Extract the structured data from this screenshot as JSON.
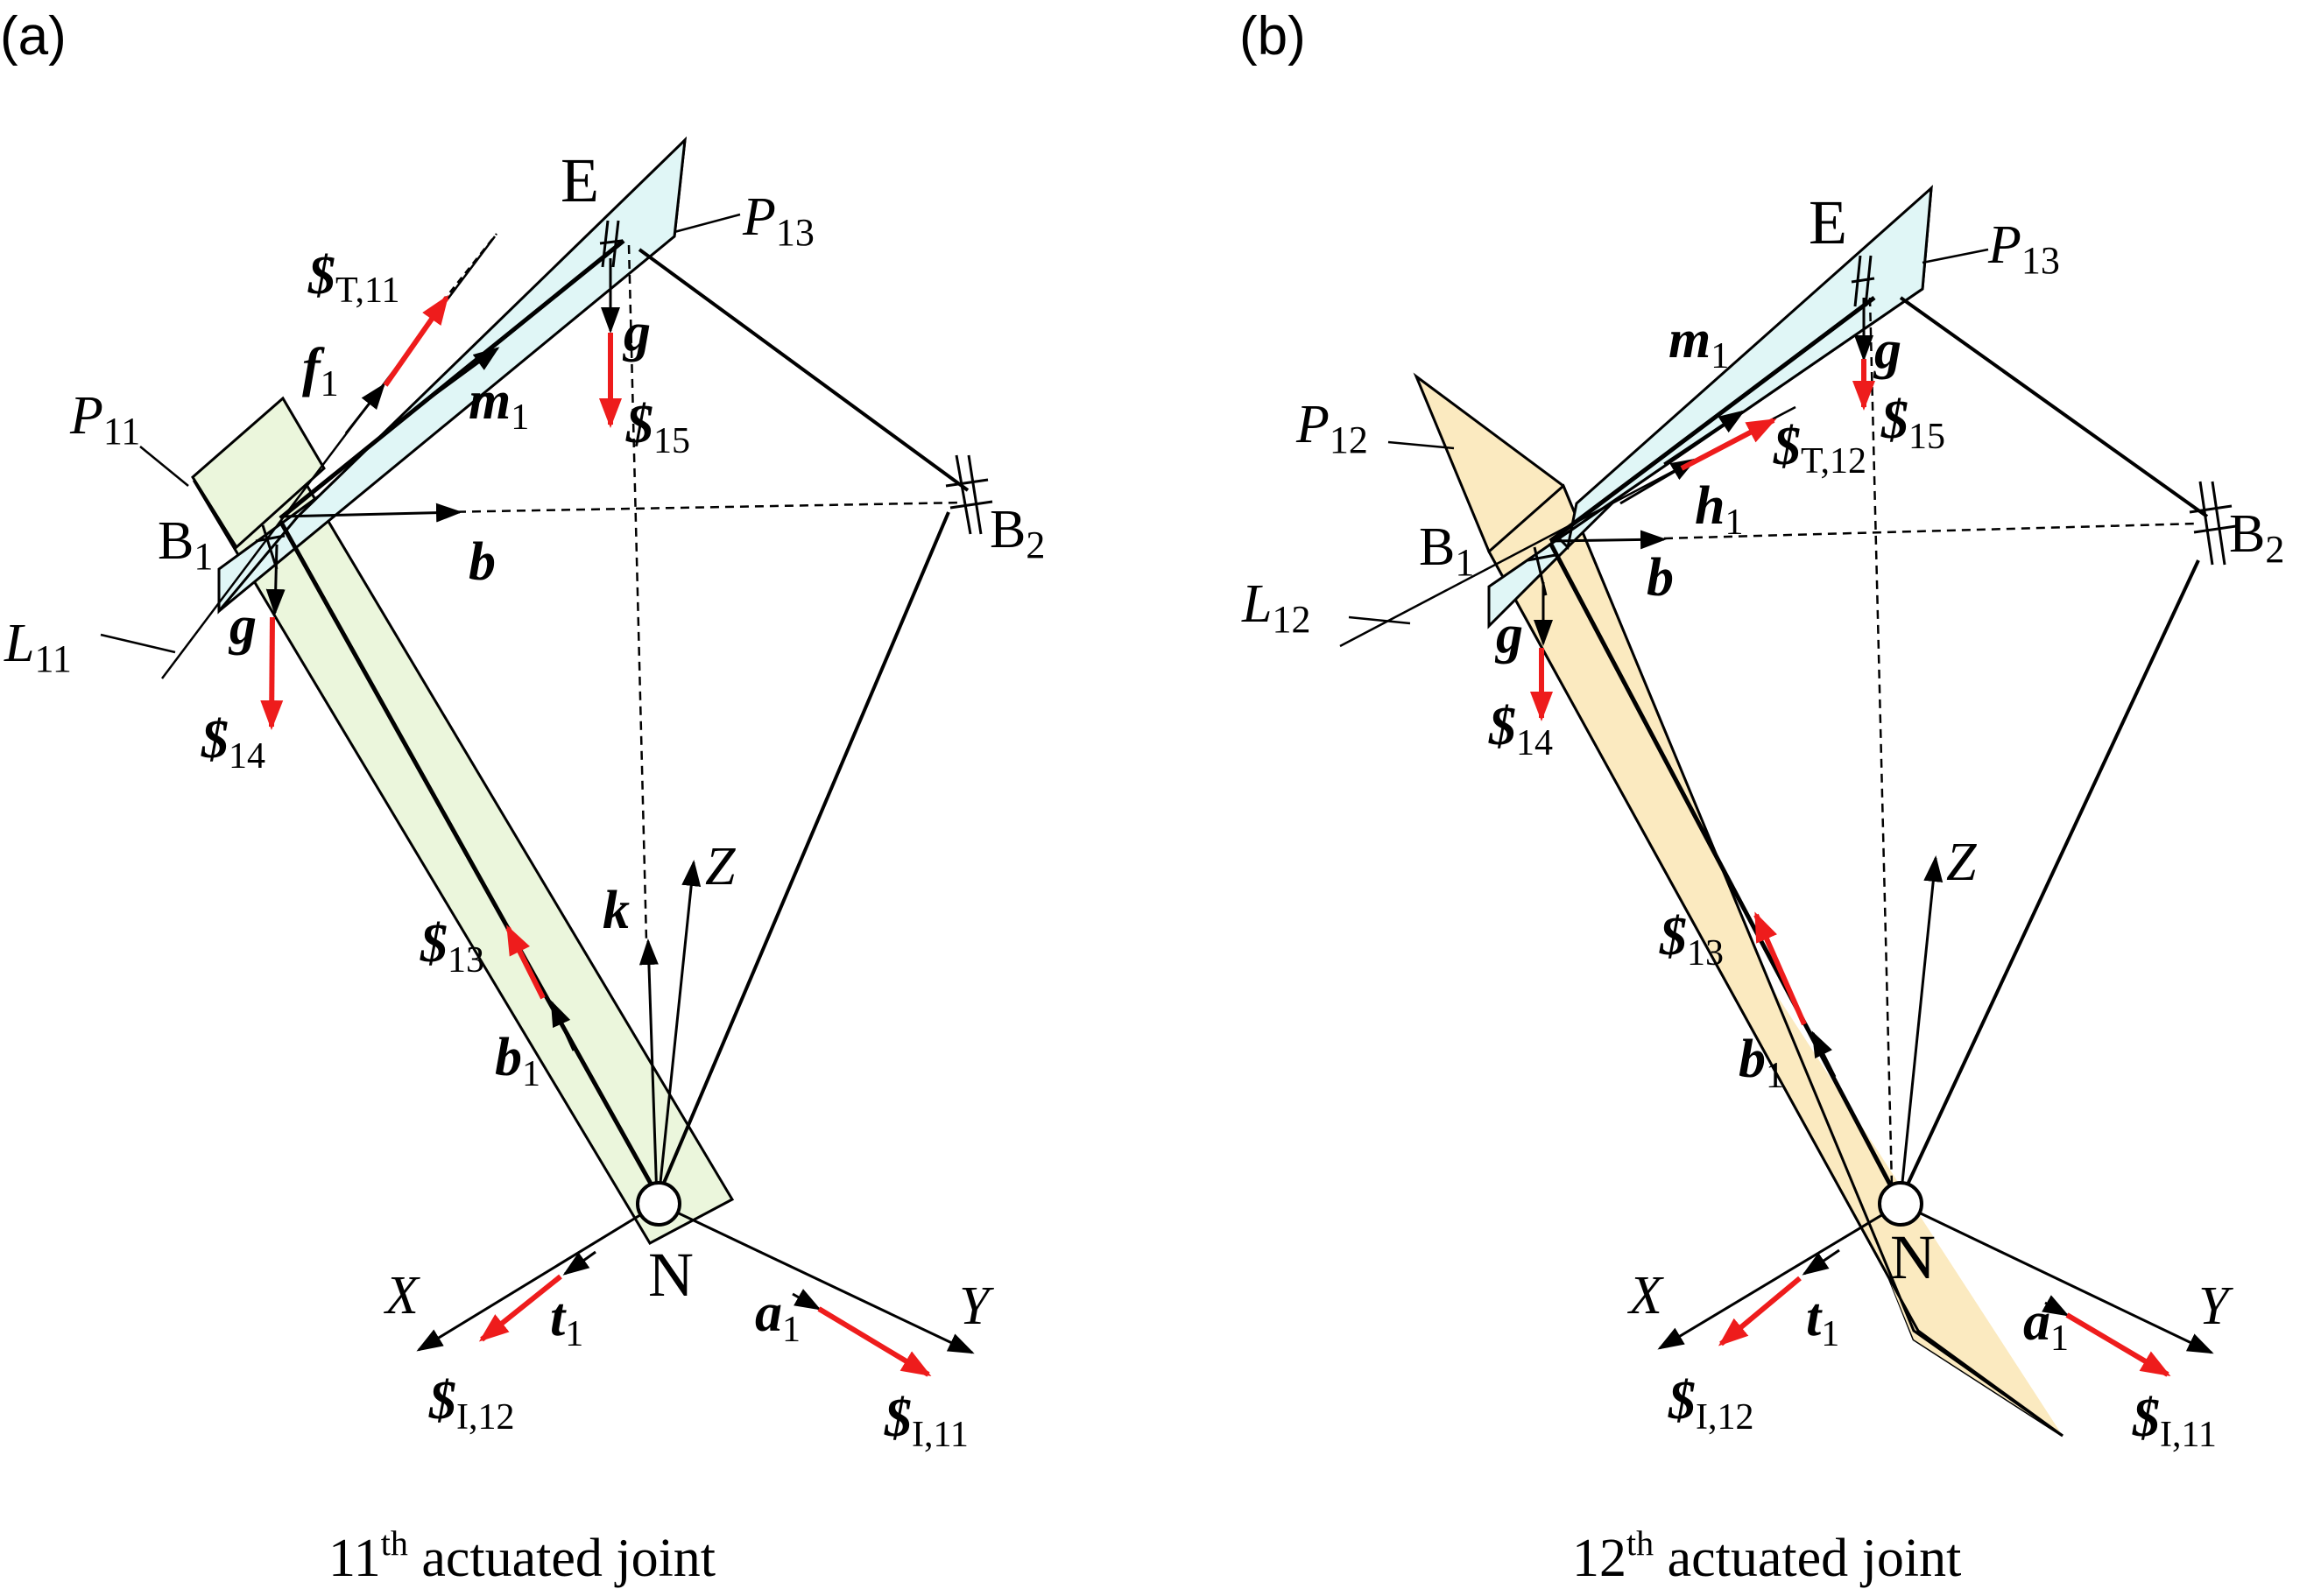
{
  "colors": {
    "screw": "#ee1c1c",
    "ink": "#000000",
    "plane_blue": "#e0f6f6",
    "plane_green": "#ebf6dc",
    "plane_yellow": "#fbeac0"
  },
  "panels": [
    {
      "tag": "(a)",
      "caption": {
        "number": "11",
        "sup": "th",
        "text": " actuated joint"
      },
      "labels": {
        "E": "E",
        "P13": "P",
        "P13_sub": "13",
        "ST": "$",
        "ST_sub": "T,11",
        "f1": "f",
        "f1_sub": "1",
        "m1": "m",
        "m1_sub": "1",
        "g_top": "g",
        "S15": "$",
        "S15_sub": "15",
        "P1x": "P",
        "P1x_sub": "11",
        "B1": "B",
        "B1_sub": "1",
        "b": "b",
        "B2": "B",
        "B2_sub": "2",
        "L1x": "L",
        "L1x_sub": "11",
        "g_left": "g",
        "S14": "$",
        "S14_sub": "14",
        "Z": "Z",
        "k": "k",
        "S13": "$",
        "S13_sub": "13",
        "b1": "b",
        "b1_sub": "1",
        "X": "X",
        "N": "N",
        "Y": "Y",
        "t1": "t",
        "t1_sub": "1",
        "a1": "a",
        "a1_sub": "1",
        "SI12": "$",
        "SI12_sub": "I,12",
        "SI11": "$",
        "SI11_sub": "I,11"
      }
    },
    {
      "tag": "(b)",
      "caption": {
        "number": "12",
        "sup": "th",
        "text": " actuated joint"
      },
      "labels": {
        "E": "E",
        "P13": "P",
        "P13_sub": "13",
        "m1": "m",
        "m1_sub": "1",
        "g_top": "g",
        "S15": "$",
        "S15_sub": "15",
        "P1x": "P",
        "P1x_sub": "12",
        "ST": "$",
        "ST_sub": "T,12",
        "h1": "h",
        "h1_sub": "1",
        "B1": "B",
        "B1_sub": "1",
        "b": "b",
        "B2": "B",
        "B2_sub": "2",
        "L1x": "L",
        "L1x_sub": "12",
        "g_left": "g",
        "S14": "$",
        "S14_sub": "14",
        "Z": "Z",
        "S13": "$",
        "S13_sub": "13",
        "b1": "b",
        "b1_sub": "1",
        "X": "X",
        "N": "N",
        "Y": "Y",
        "t1": "t",
        "t1_sub": "1",
        "a1": "a",
        "a1_sub": "1",
        "SI12": "$",
        "SI12_sub": "I,12",
        "SI11": "$",
        "SI11_sub": "I,11"
      }
    }
  ]
}
